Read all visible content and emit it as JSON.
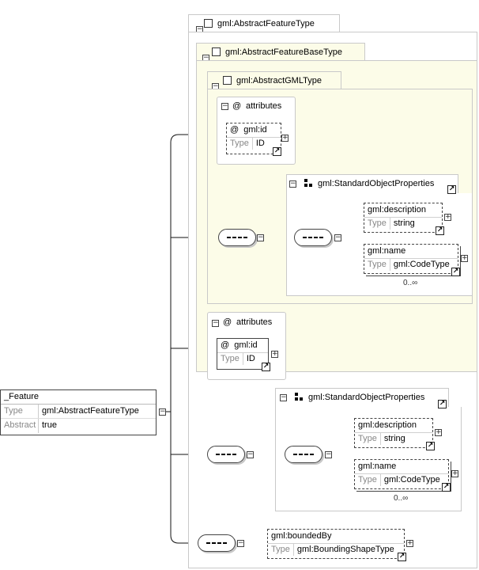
{
  "root": {
    "name": "_Feature",
    "rows": [
      {
        "key": "Type",
        "value": "gml:AbstractFeatureType"
      },
      {
        "key": "Abstract",
        "value": "true"
      }
    ]
  },
  "types": {
    "feature_type": "gml:AbstractFeatureType",
    "feature_base_type": "gml:AbstractFeatureBaseType",
    "gml_type": "gml:AbstractGMLType"
  },
  "attributes_label": "attributes",
  "attr_symbol": "@",
  "gml_id": {
    "name": "gml:id",
    "type_key": "Type",
    "type_value": "ID"
  },
  "std_props": "gml:StandardObjectProperties",
  "description": {
    "name": "gml:description",
    "type_key": "Type",
    "type_value": "string"
  },
  "gml_name": {
    "name": "gml:name",
    "type_key": "Type",
    "type_value": "gml:CodeType"
  },
  "multiplicity": "0..∞",
  "bounded_by": {
    "name": "gml:boundedBy",
    "type_key": "Type",
    "type_value": "gml:BoundingShapeType"
  },
  "icons": {
    "minus": "−",
    "plus": "+",
    "link": "↗"
  }
}
